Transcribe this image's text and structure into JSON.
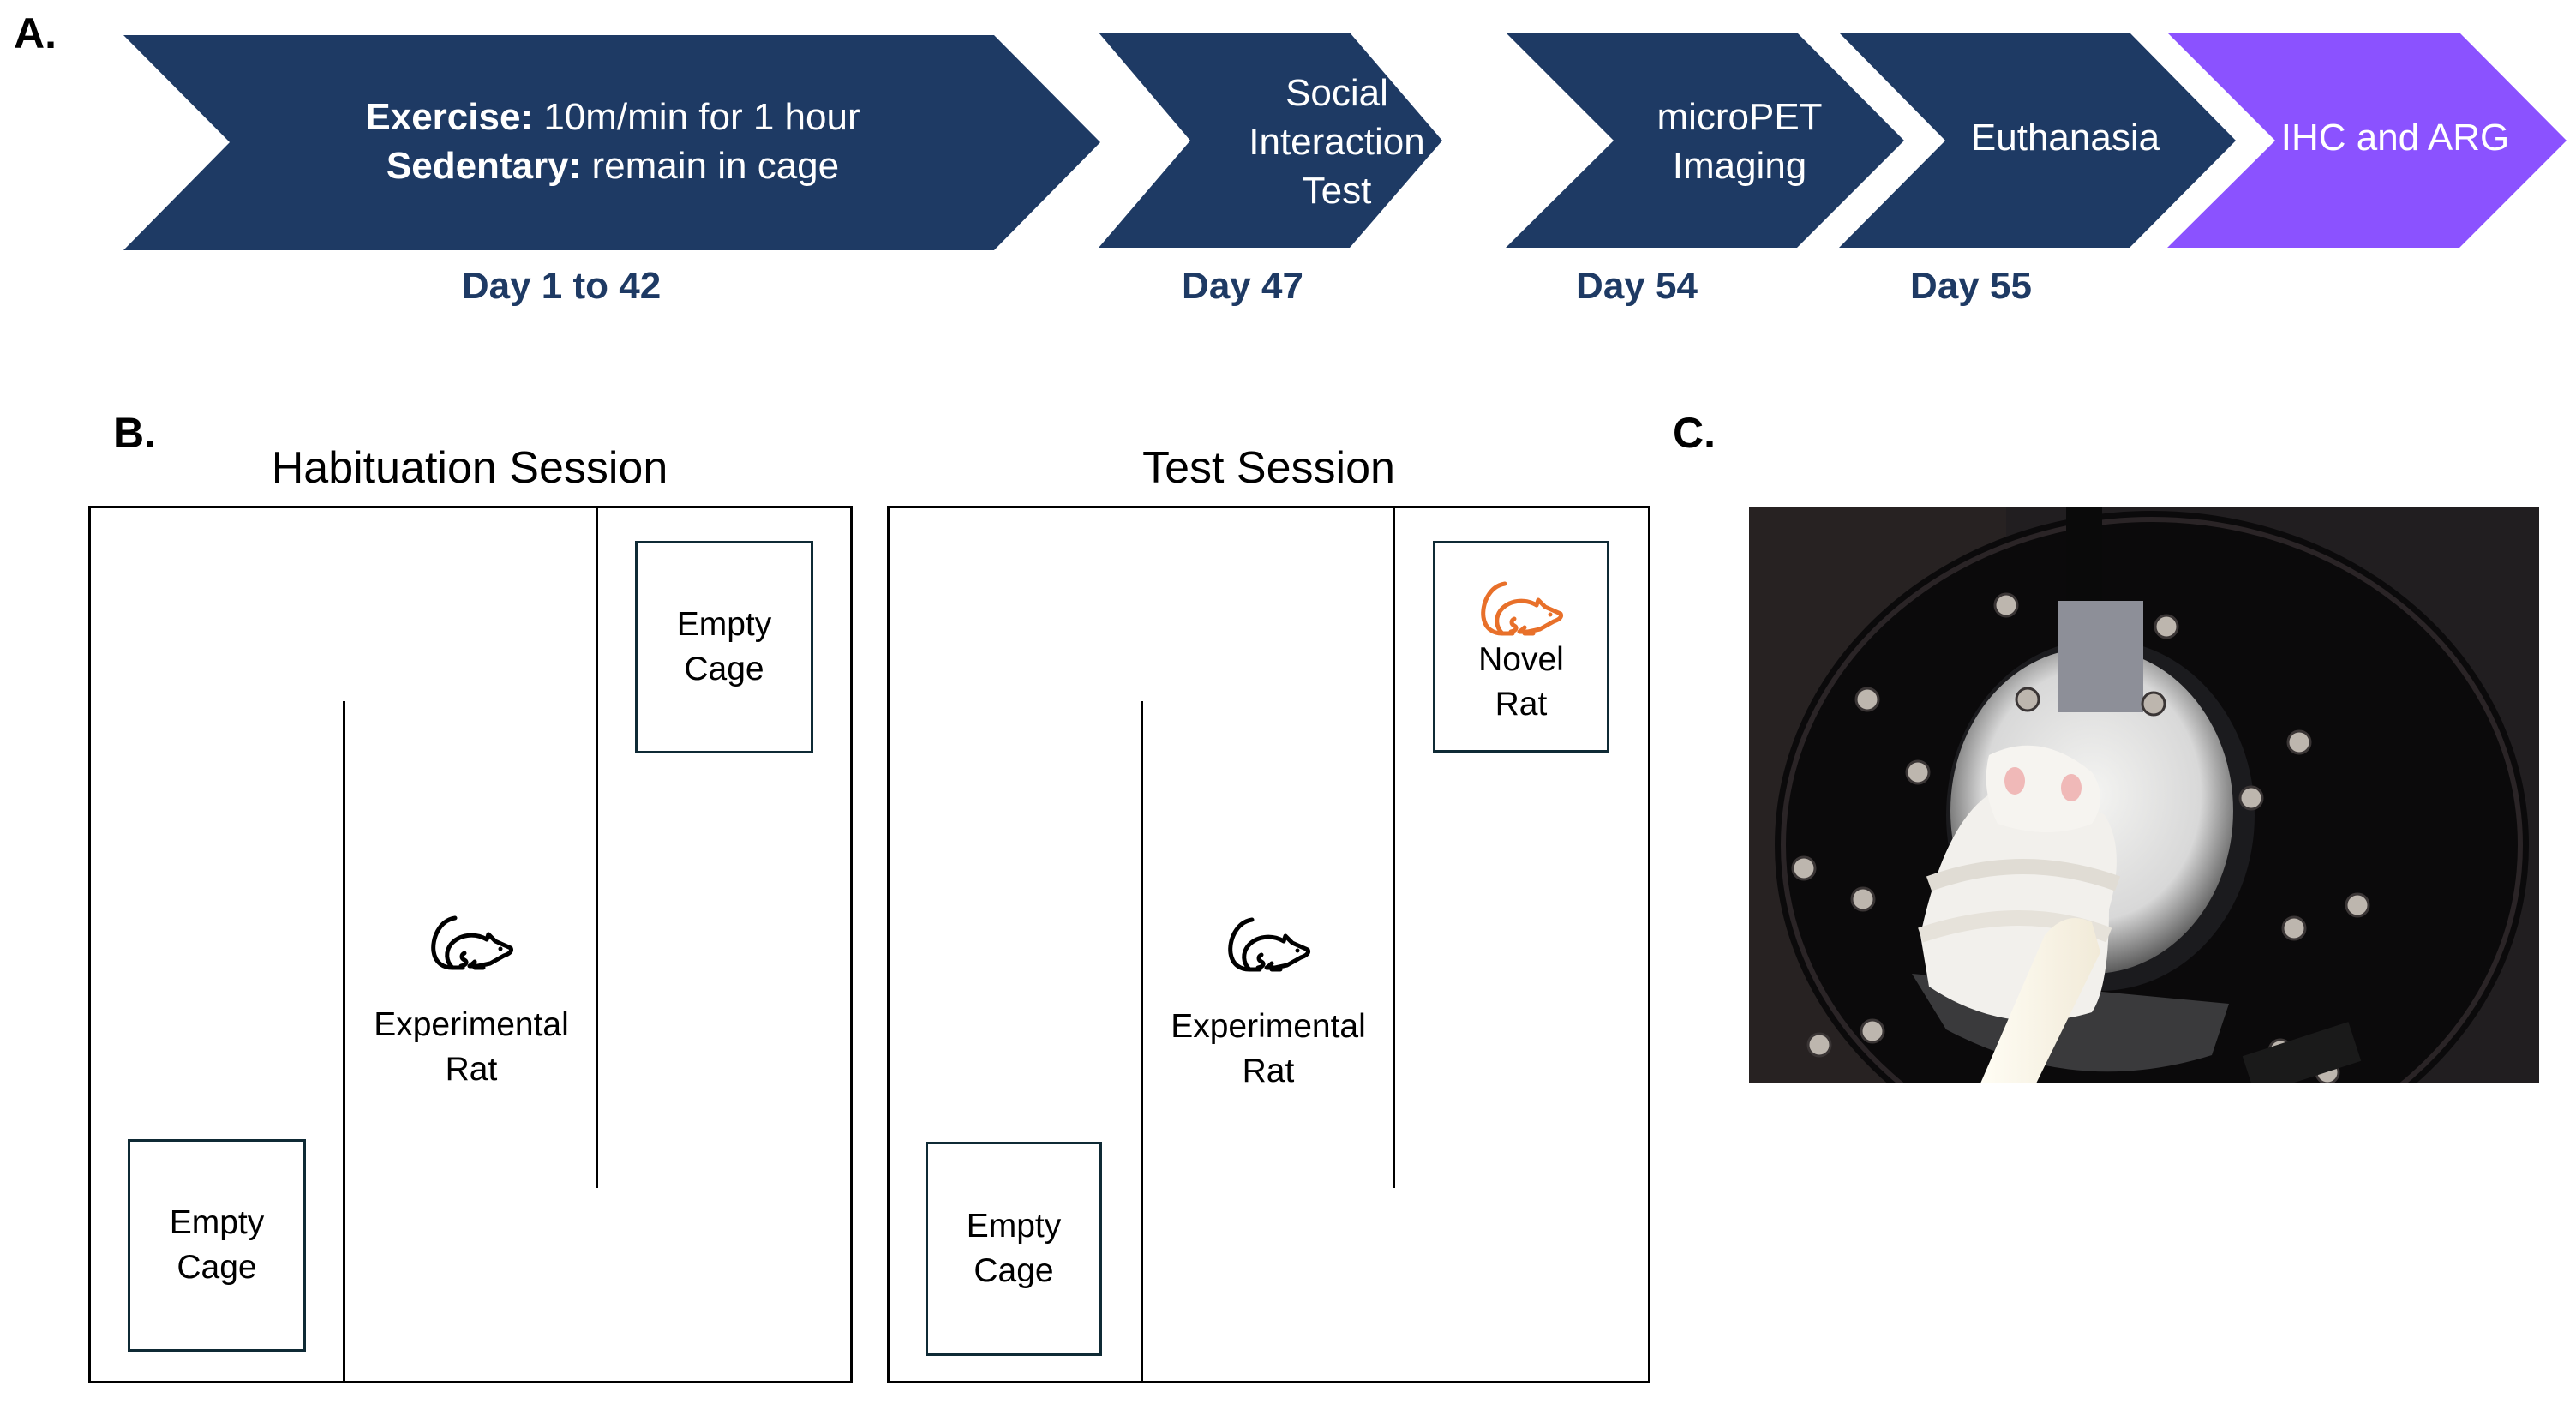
{
  "panels": {
    "a_label": "A.",
    "b_label": "B.",
    "c_label": "C."
  },
  "colors": {
    "timeline_navy": "#1E3A64",
    "final_step_purple": "#8B52FF",
    "novel_rat_orange": "#E8702A",
    "cage_border": "#0F2A35"
  },
  "timeline": {
    "steps": [
      {
        "lines": [
          {
            "bold": "Exercise:",
            "text": " 10m/min for 1 hour"
          },
          {
            "bold": "Sedentary:",
            "text": " remain in cage"
          }
        ],
        "day": "Day 1 to 42"
      },
      {
        "lines": [
          {
            "text": "Social"
          },
          {
            "text": "Interaction"
          },
          {
            "text": "Test"
          }
        ],
        "day": "Day 47"
      },
      {
        "lines": [
          {
            "text": "microPET"
          },
          {
            "text": "Imaging"
          }
        ],
        "day": "Day 54"
      },
      {
        "lines": [
          {
            "text": "Euthanasia"
          }
        ],
        "day": "Day 55"
      },
      {
        "lines": [
          {
            "text": "IHC and ARG"
          }
        ],
        "day": ""
      }
    ]
  },
  "sessions": {
    "habituation": {
      "title": "Habituation Session",
      "top_cage": {
        "line1": "Empty",
        "line2": "Cage"
      },
      "bottom_cage": {
        "line1": "Empty",
        "line2": "Cage"
      },
      "center_rat": {
        "line1": "Experimental",
        "line2": "Rat",
        "icon": "rat-icon"
      }
    },
    "test": {
      "title": "Test Session",
      "top_cage": {
        "line1": "Novel",
        "line2": "Rat",
        "icon": "rat-icon"
      },
      "bottom_cage": {
        "line1": "Empty",
        "line2": "Cage"
      },
      "center_rat": {
        "line1": "Experimental",
        "line2": "Rat",
        "icon": "rat-icon"
      }
    }
  },
  "photo": {
    "subject": "rat restrained on bed inside microPET scanner bore"
  }
}
